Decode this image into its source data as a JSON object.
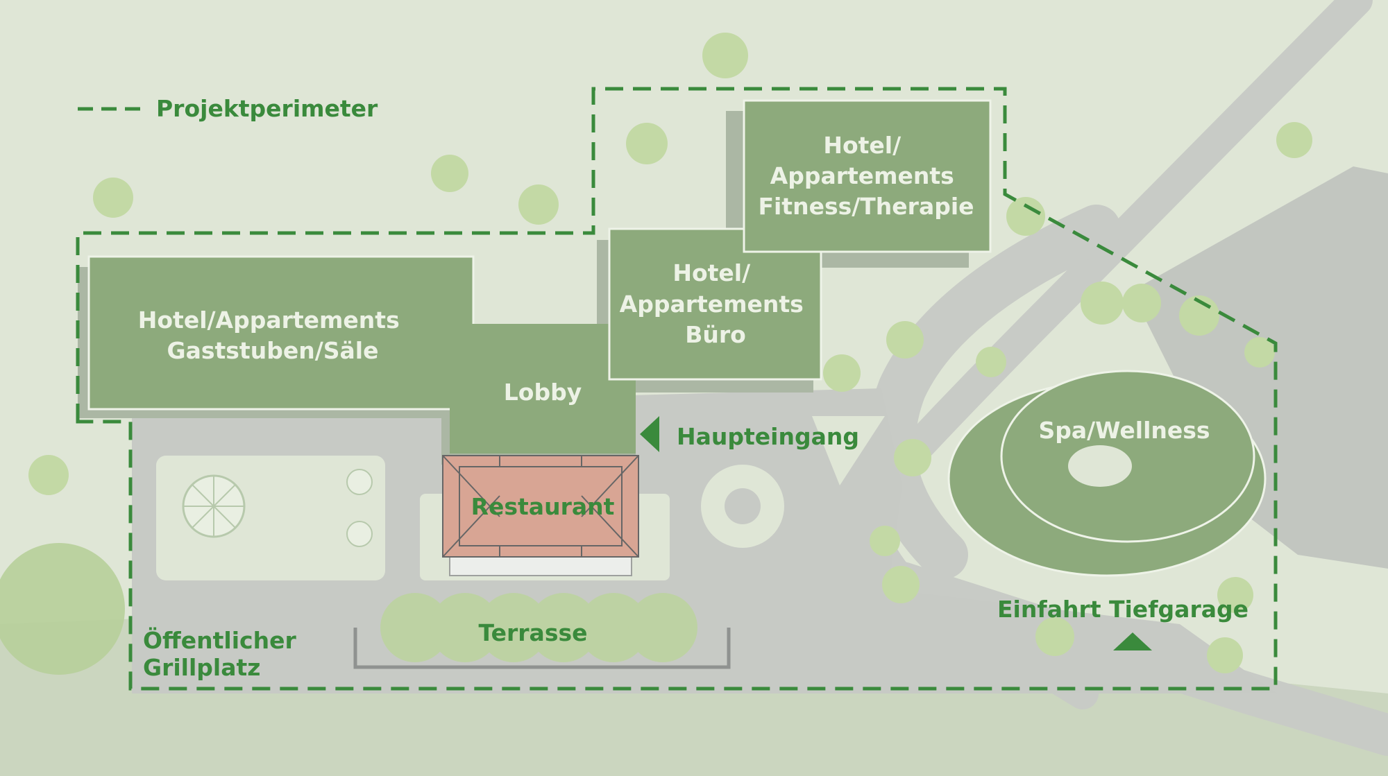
{
  "legend": {
    "perimeter_label": "Projektperimeter"
  },
  "buildings": {
    "hotel_gaststuben": [
      "Hotel/Appartements",
      "Gaststuben/Säle"
    ],
    "lobby": "Lobby",
    "hotel_buero": [
      "Hotel/",
      "Appartements",
      "Büro"
    ],
    "hotel_fitness": [
      "Hotel/",
      "Appartements",
      "Fitness/Therapie"
    ],
    "restaurant": "Restaurant",
    "spa": "Spa/Wellness"
  },
  "labels": {
    "haupteingang": "Haupteingang",
    "terrasse": "Terrasse",
    "grillplatz": [
      "Öffentlicher",
      "Grillplatz"
    ],
    "tiefgarage": "Einfahrt Tiefgarage"
  },
  "colors": {
    "background": "#dfe6d6",
    "road": "#c8cbc6",
    "building": "#8daa7c",
    "restaurant": "#d8a594",
    "perimeter": "#3a8a3c",
    "tree": "#c3d9a5"
  }
}
